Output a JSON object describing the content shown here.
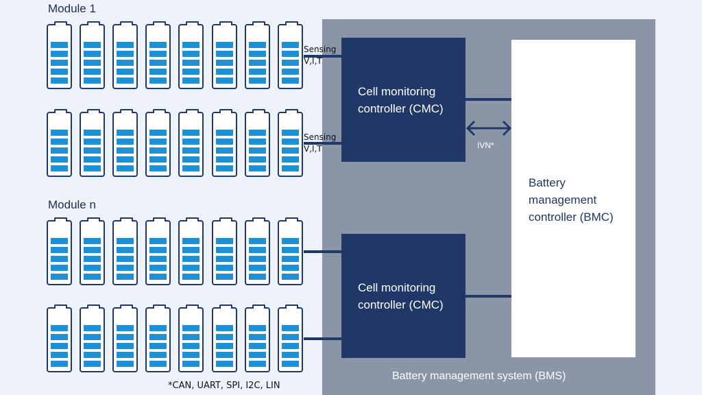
{
  "modules": [
    {
      "label": "Module 1",
      "rows": [
        {
          "cells": 8,
          "sensing": "Sensing\nV,I,T"
        },
        {
          "cells": 8,
          "sensing": "Sensing\nV,I,T"
        }
      ]
    },
    {
      "label": "Module n",
      "rows": [
        {
          "cells": 8,
          "sensing": ""
        },
        {
          "cells": 8,
          "sensing": ""
        }
      ]
    }
  ],
  "cmc": [
    "Cell monitoring\ncontroller (CMC)",
    "Cell monitoring\ncontroller (CMC)"
  ],
  "bmc": "Battery\nmanagement\ncontroller (BMC)",
  "ivn": "IVN*",
  "bms_label": "Battery management system (BMS)",
  "footnote": "*CAN, UART, SPI, I2C, LIN",
  "colors": {
    "cell_fill": "#1e90d8",
    "controller": "#1f3868",
    "bms_background": "#8a96a8"
  }
}
